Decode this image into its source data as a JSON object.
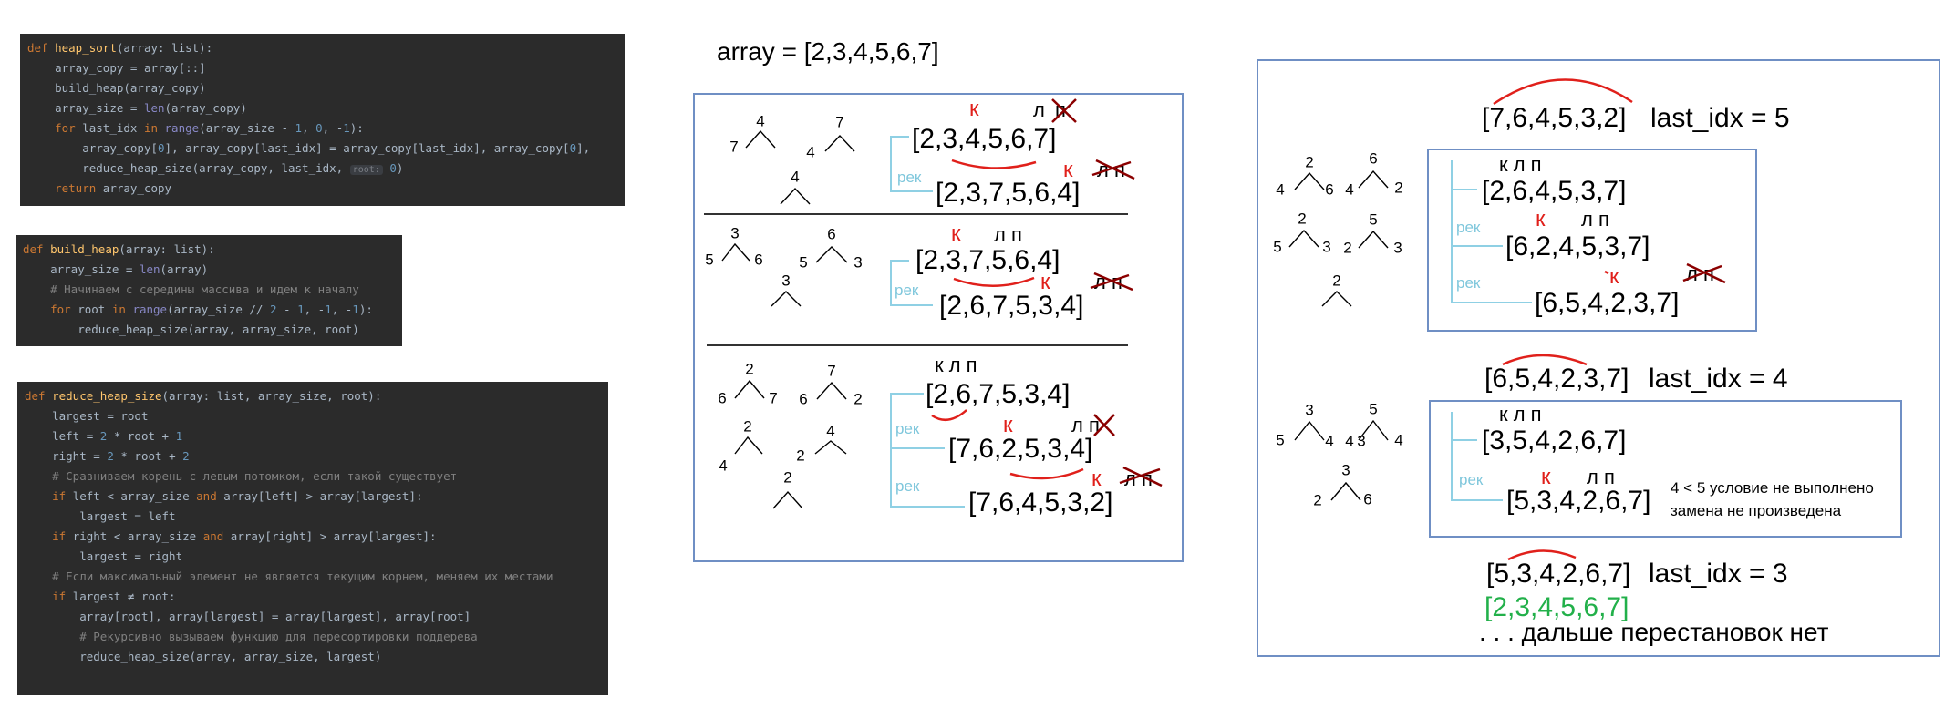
{
  "code": {
    "heap_sort": {
      "signature_def": "def ",
      "signature_name": "heap_sort",
      "signature_rest": "(array: list):",
      "l1": "array_copy = array[::]",
      "l2": "build_heap(array_copy)",
      "l3_a": "array_size = ",
      "l3_b": "len",
      "l3_c": "(array_copy)",
      "l4_for": "for ",
      "l4_mid": "last_idx ",
      "l4_in": "in ",
      "l4_range": "range",
      "l4_args_a": "(array_size - ",
      "l4_n1": "1",
      "l4_sep1": ", ",
      "l4_n2": "0",
      "l4_sep2": ", -",
      "l4_n3": "1",
      "l4_end": "):",
      "l5_a": "array_copy[",
      "l5_n": "0",
      "l5_b": "], array_copy[last_idx] = array_copy[last_idx], array_copy[",
      "l5_n2": "0",
      "l5_c": "],",
      "l6_a": "reduce_heap_size(array_copy, last_idx, ",
      "l6_hint": "root:",
      "l6_n": " 0",
      "l6_b": ")",
      "l7_ret": "return ",
      "l7_val": "array_copy"
    },
    "build_heap": {
      "signature_def": "def ",
      "signature_name": "build_heap",
      "signature_rest": "(array: list):",
      "l1_a": "array_size = ",
      "l1_b": "len",
      "l1_c": "(array)",
      "l2_comment": "# Начинаем с середины массива и идем к началу",
      "l3_for": "for ",
      "l3_mid": "root ",
      "l3_in": "in ",
      "l3_range": "range",
      "l3_a": "(array_size // ",
      "l3_n1": "2",
      "l3_b": " - ",
      "l3_n2": "1",
      "l3_c": ", -",
      "l3_n3": "1",
      "l3_d": ", -",
      "l3_n4": "1",
      "l3_e": "):",
      "l4": "reduce_heap_size(array, array_size, root)"
    },
    "reduce_heap_size": {
      "signature_def": "def ",
      "signature_name": "reduce_heap_size",
      "signature_rest": "(array: list, array_size, root):",
      "l1": "largest = root",
      "l2_a": "left = ",
      "l2_n1": "2",
      "l2_b": " * root + ",
      "l2_n2": "1",
      "l3_a": "right = ",
      "l3_n1": "2",
      "l3_b": " * root + ",
      "l3_n2": "2",
      "l4_comment": "# Сравниваем корень с левым потомком, если такой существует",
      "l5_if": "if ",
      "l5_a": "left < array_size ",
      "l5_and": "and ",
      "l5_b": "array[left] > array[largest]:",
      "l6": "largest = left",
      "l7_if": "if ",
      "l7_a": "right < array_size ",
      "l7_and": "and ",
      "l7_b": "array[right] > array[largest]:",
      "l8": "largest = right",
      "l9_comment": "# Если максимальный элемент не является текущим корнем, меняем их местами",
      "l10_if": "if ",
      "l10_a": "largest ≠ root:",
      "l11": "array[root], array[largest] = array[largest], array[root]",
      "l12_comment": "# Рекурсивно вызываем функцию для пересортировки поддерева",
      "l13": "reduce_heap_size(array, array_size, largest)"
    }
  },
  "header": "array = [2,3,4,5,6,7]",
  "middle": {
    "rows": [
      {
        "trees": [
          "4",
          "7",
          "7",
          "4",
          "4"
        ],
        "marks_top": [
          "к",
          "л",
          "п"
        ],
        "arr1": "[2,3,4,5,6,7]",
        "rek": [
          "рек"
        ],
        "k2": "к",
        "lp2": "л п",
        "arr2": "[2,3,7,5,6,4]"
      },
      {
        "trees": [
          "3",
          "6",
          "5",
          "6",
          "5",
          "3",
          "3"
        ],
        "marks_top_k": "к",
        "marks_top_lp": "л п",
        "arr1": "[2,3,7,5,6,4]",
        "rek": [
          "рек"
        ],
        "k2": "к",
        "lp2": "л п",
        "arr2": "[2,6,7,5,3,4]"
      },
      {
        "trees": [
          "2",
          "7",
          "6",
          "7",
          "6",
          "2",
          "2",
          "4",
          "4",
          "2",
          "2"
        ],
        "marks_top": "к л п",
        "arr1": "[2,6,7,5,3,4]",
        "rek": [
          "рек",
          "рек"
        ],
        "k2": "к",
        "lp2": "л п",
        "arr2": "[7,6,2,5,3,4]",
        "k3": "к",
        "lp3": "л п",
        "arr3": "[7,6,4,5,3,2]"
      }
    ]
  },
  "right": {
    "step5": {
      "array": "[7,6,4,5,3,2]",
      "label": "last_idx = 5"
    },
    "box1": {
      "trees": [
        "2",
        "6",
        "4",
        "6",
        "4",
        "2",
        "2",
        "5",
        "3",
        "5",
        "2",
        "3",
        "2"
      ],
      "klp": "к л п",
      "arr1": "[2,6,4,5,3,7]",
      "rek1": "рек",
      "rek2": "рек",
      "k2": "к",
      "lp2": "л п",
      "arr2": "[6,2,4,5,3,7]",
      "k3": "к",
      "lp3": "л п",
      "arr3": "[6,5,4,2,3,7]"
    },
    "step4": {
      "array": "[6,5,4,2,3,7]",
      "label": "last_idx = 4"
    },
    "box2": {
      "trees": [
        "3",
        "5",
        "5",
        "4",
        "4",
        "3",
        "4",
        "3",
        "2",
        "6"
      ],
      "klp": "к л п",
      "arr1": "[3,5,4,2,6,7]",
      "rek": "рек",
      "k2": "к",
      "lp2": "л п",
      "arr2": "[5,3,4,2,6,7]",
      "note1": "4 < 5 условие не выполнено",
      "note2": "замена не произведена"
    },
    "step3": {
      "array": "[5,3,4,2,6,7]",
      "label": "last_idx = 3"
    },
    "sorted": "[2,3,4,5,6,7]",
    "tail": ". . . дальше перестановок нет"
  }
}
